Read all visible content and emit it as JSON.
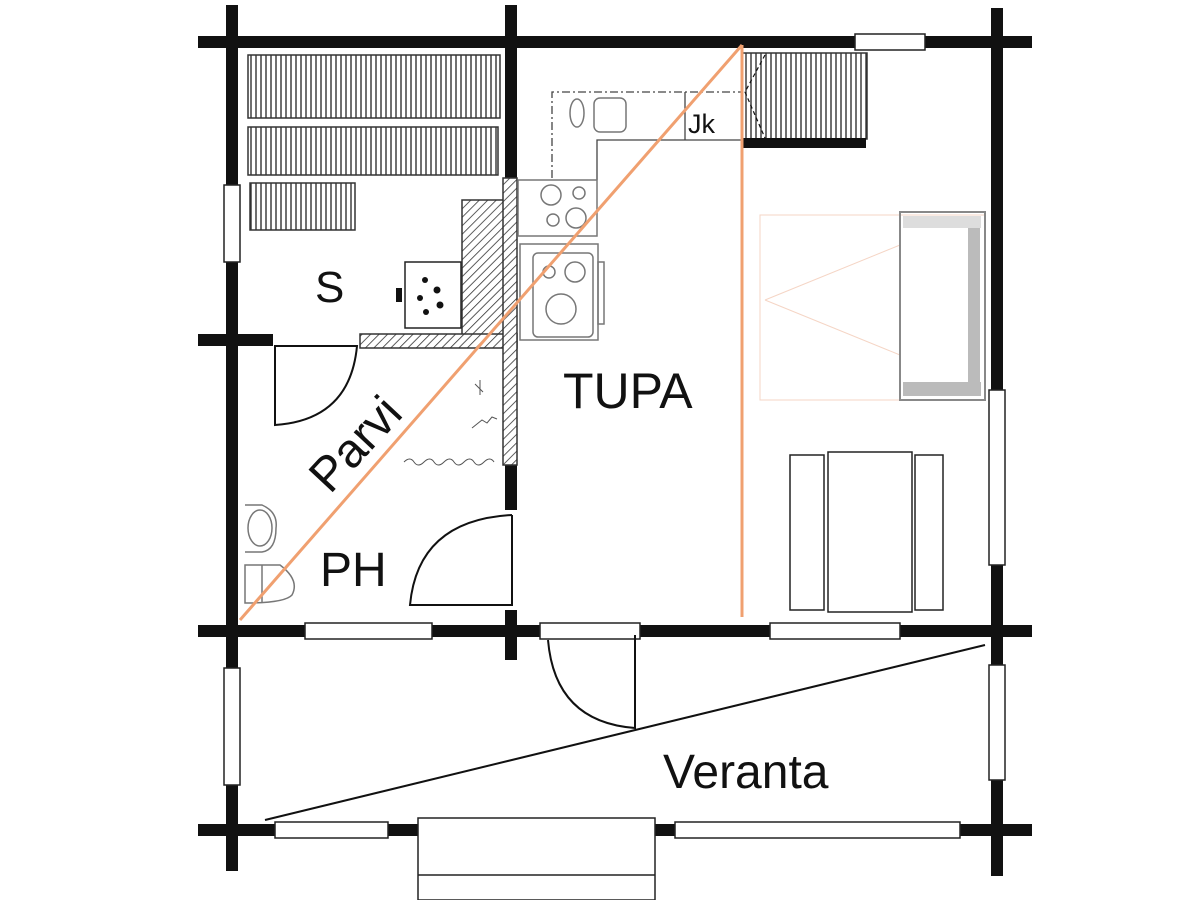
{
  "title": "Floor plan",
  "rooms": {
    "sauna": "S",
    "kitchen_cabinet": "Jk",
    "living_room": "TUPA",
    "loft": "Parvi",
    "washroom": "PH",
    "veranda": "Veranta"
  },
  "colors": {
    "wall": "#111111",
    "loft_line": "#f0a070",
    "hatch": "#333333"
  }
}
